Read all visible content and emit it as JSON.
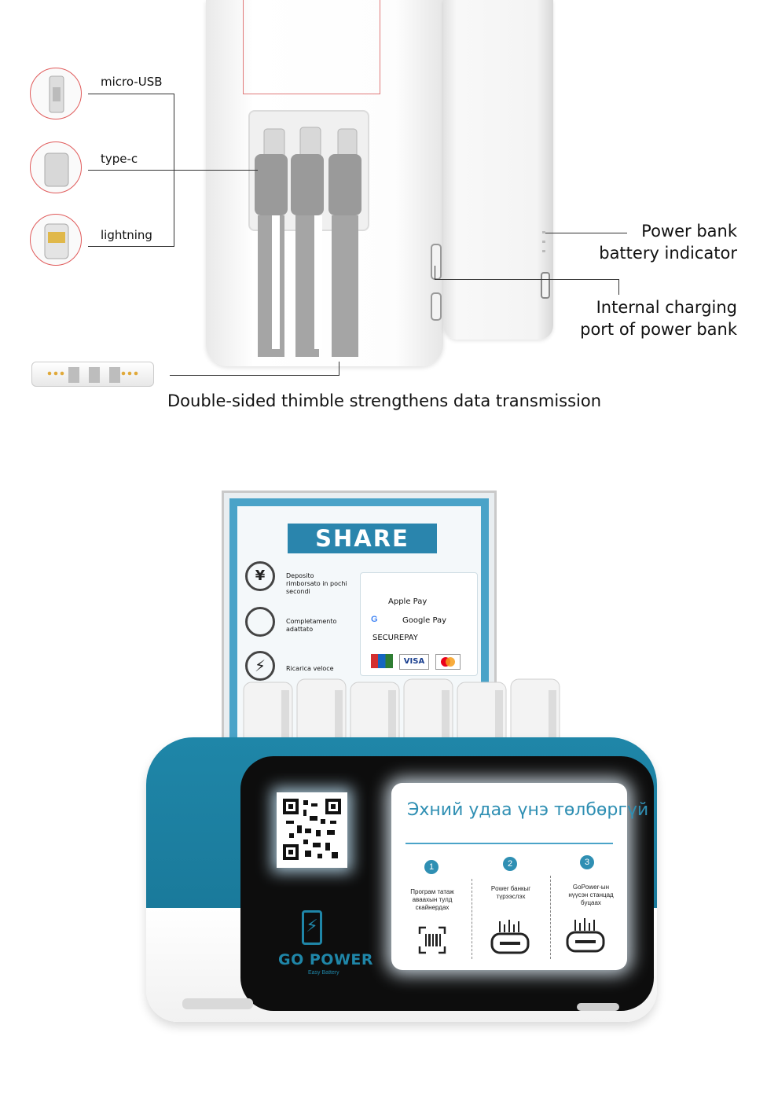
{
  "connectors": {
    "micro_usb": "micro-USB",
    "type_c": "type-c",
    "lightning": "lightning"
  },
  "annotations": {
    "battery_indicator": [
      "Power bank",
      "battery indicator"
    ],
    "charging_port": [
      "Internal charging",
      "port of power bank"
    ],
    "thimble": "Double-sided thimble strengthens data transmission"
  },
  "poster": {
    "title": "SHARE",
    "features": [
      "Deposito rimborsato in pochi secondi",
      "Completamento adattato",
      "Ricarica veloce"
    ],
    "payments": [
      "Apple Pay",
      "Google Pay",
      "SECUREPAY"
    ],
    "cards": [
      "VISA"
    ]
  },
  "station": {
    "screen_title": "Эхний удаа үнэ төлбөргүй",
    "steps": [
      {
        "num": "1",
        "text": "Програм татаж аваахын тулд скайнердах"
      },
      {
        "num": "2",
        "text": "Power банкыг түрээслэх"
      },
      {
        "num": "3",
        "text": "GoPower-ын нүүсэн станцад буцаах"
      }
    ],
    "brand": "GO POWER",
    "brand_sub": "Easy Battery"
  },
  "colors": {
    "teal": "#1f86a8",
    "red_outline": "#e05a5a",
    "screen_accent": "#2f8fb3"
  }
}
